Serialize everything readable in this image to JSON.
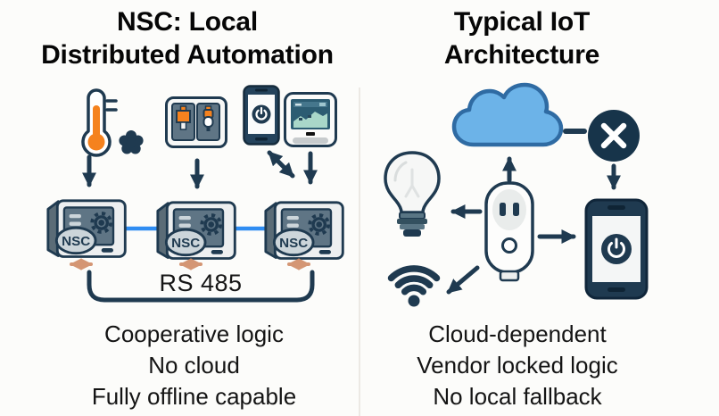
{
  "left_panel": {
    "title_line1": "NSC: Local",
    "title_line2": "Distributed Automation",
    "bus_label": "RS 485",
    "controller_label": "NSC",
    "features": [
      "Cooperative logic",
      "No cloud",
      "Fully offline capable"
    ],
    "icons": [
      "thermometer-icon",
      "asterisk-icon",
      "relay-panel-icon",
      "smartphone-icon",
      "display-icon",
      "controller-icon",
      "rs485-bracket"
    ]
  },
  "right_panel": {
    "title_line1": "Typical IoT",
    "title_line2": "Architecture",
    "features": [
      "Cloud-dependent",
      "Vendor locked logic",
      "No local fallback"
    ],
    "icons": [
      "cloud-icon",
      "x-circle-icon",
      "lightbulb-icon",
      "smart-plug-icon",
      "wifi-icon",
      "smartphone-icon"
    ]
  },
  "colors": {
    "ink": "#1f3a50",
    "orange": "#f5821e",
    "bus_blue": "#2f8df2",
    "cloud_blue": "#6cb3e8",
    "cloud_outline": "#2f6ba3",
    "salmon": "#d08b66",
    "background": "#fcfcfa"
  }
}
